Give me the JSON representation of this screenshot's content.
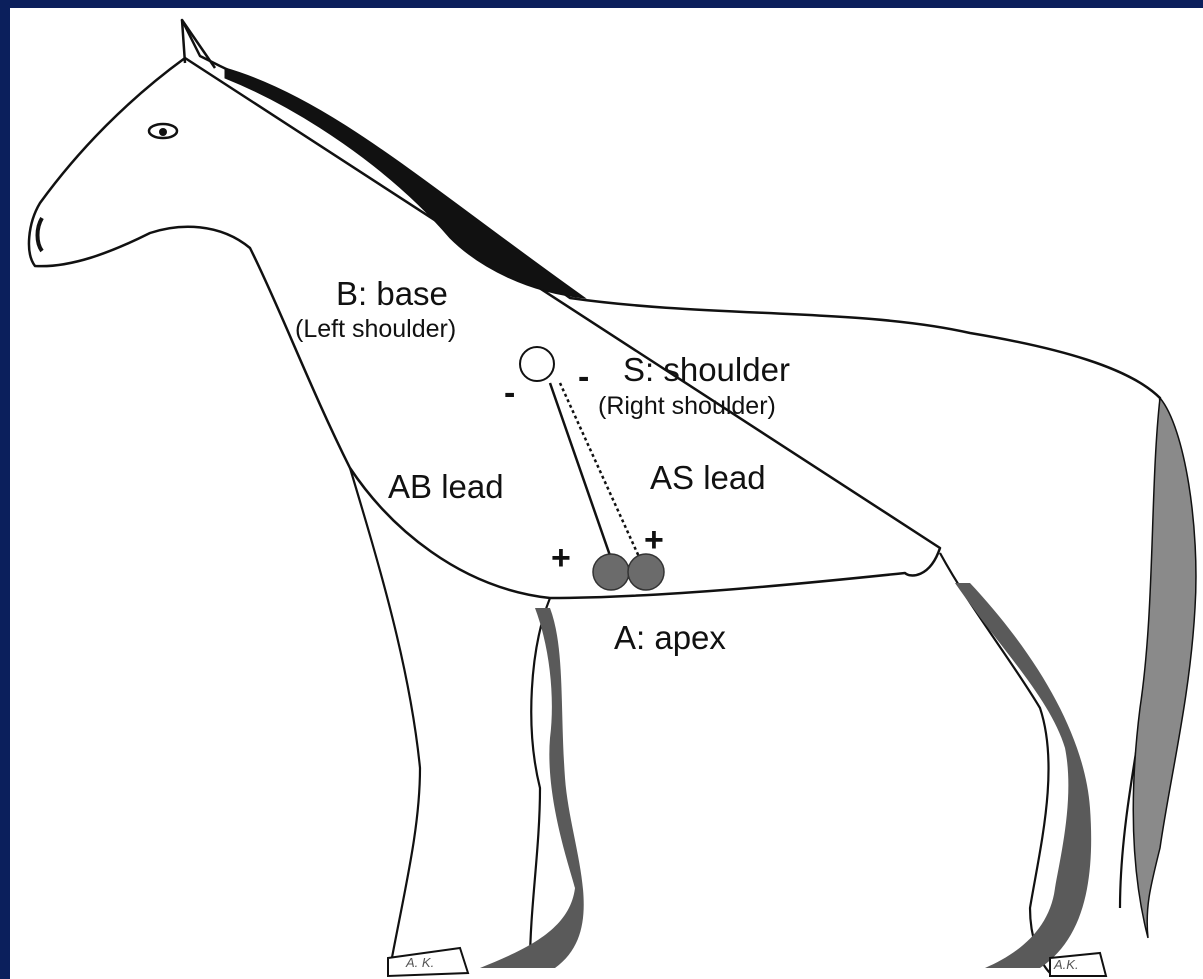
{
  "labels": {
    "base": "B: base",
    "base_sub": "(Left shoulder)",
    "shoulder": "S: shoulder",
    "shoulder_sub": "(Right shoulder)",
    "ab_lead": "AB lead",
    "as_lead": "AS lead",
    "apex": "A: apex"
  },
  "polarity": {
    "base_neg": "-",
    "shoulder_neg": "-",
    "ab_pos": "+",
    "as_pos": "+"
  },
  "signature": {
    "front_hoof": "A. K.",
    "hind_hoof": "A.K."
  },
  "colors": {
    "background": "#0b1f5c",
    "mane": "#111111",
    "legs": "#5a5a5a",
    "electrode": "#6b6b6b"
  }
}
